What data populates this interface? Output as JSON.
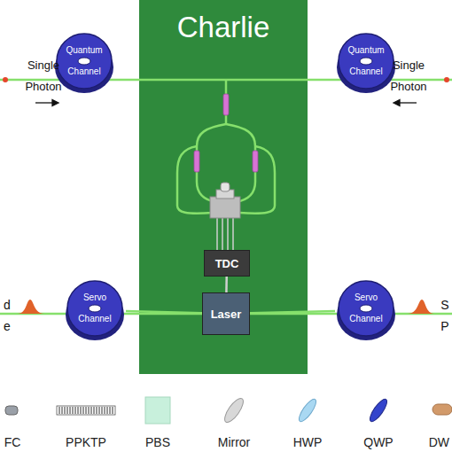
{
  "diagram": {
    "nodes": [
      {
        "text": [
          "Charlie"
        ]
      },
      {
        "text": [
          "Quantum Channel"
        ]
      },
      {
        "text": [
          "Quantum Channel"
        ]
      },
      {
        "text": [
          "TDC"
        ],
        "in": 0
      },
      {
        "text": [
          "Servo Channel"
        ]
      },
      {
        "text": [
          "Laser"
        ],
        "in": 0
      },
      {
        "text": [
          "Servo Channel"
        ]
      }
    ],
    "edges": [
      {
        "from": 4,
        "to": 5,
        "arrow": "none"
      },
      {
        "from": 5,
        "to": 6,
        "arrow": "none"
      },
      {
        "from": 3,
        "to": 5,
        "arrow": "none"
      }
    ],
    "labels": [
      "Single Photon",
      "Single Photon",
      "d",
      "e",
      "S",
      "P"
    ],
    "legend": [
      {
        "text": "FC"
      },
      {
        "text": "PPKTP"
      },
      {
        "text": "PBS"
      },
      {
        "text": "Mirror"
      },
      {
        "text": "HWP"
      },
      {
        "text": "QWP"
      },
      {
        "text": "DW"
      }
    ]
  }
}
